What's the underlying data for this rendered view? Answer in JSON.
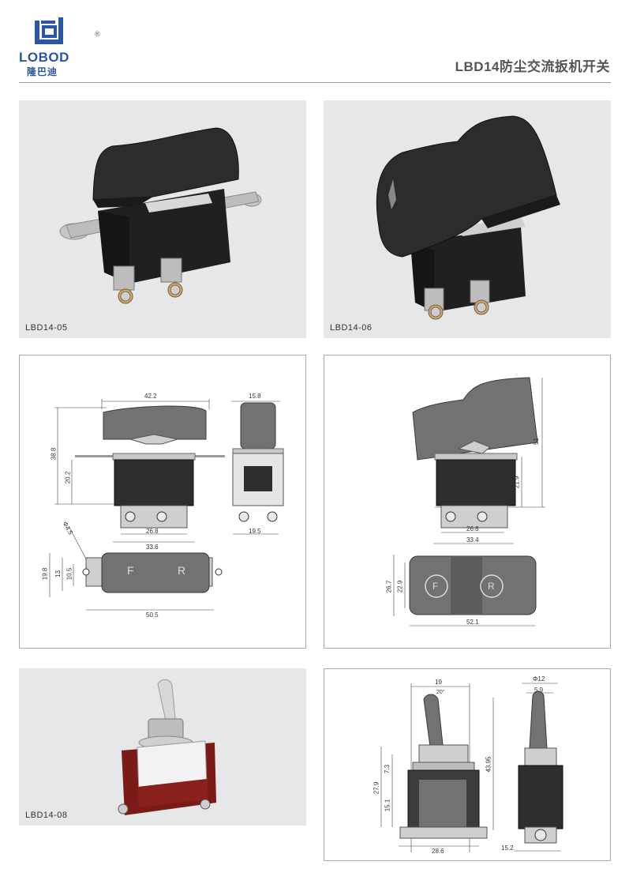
{
  "brand": {
    "name": "LOBOD",
    "name_cn": "隆巴迪",
    "reg_mark": "®"
  },
  "page_title": "LBD14防尘交流扳机开关",
  "products": [
    {
      "model": "LBD14-05"
    },
    {
      "model": "LBD14-06"
    },
    {
      "model": "LBD14-08"
    }
  ],
  "drawing_05": {
    "dims": [
      "42.2",
      "15.8",
      "38.8",
      "20.2",
      "26.8",
      "33.6",
      "19.5",
      "Φ4.5",
      "19.8",
      "13",
      "10.5",
      "50.5"
    ],
    "marks": [
      "F",
      "R"
    ]
  },
  "drawing_06": {
    "dims": [
      "51",
      "21.9",
      "26.8",
      "33.4",
      "26.7",
      "22.9",
      "52.1"
    ],
    "marks": [
      "F",
      "R"
    ]
  },
  "drawing_08": {
    "dims": [
      "19",
      "20°",
      "Φ12",
      "5.9",
      "43.95",
      "27.9",
      "7.3",
      "15.1",
      "28.6",
      "15.2"
    ]
  },
  "colors": {
    "brand_blue": "#2a56a3",
    "photo_bg": "#e6e7e8",
    "rocker_gray": "#6b6e70",
    "body_black": "#2c2e2f"
  }
}
